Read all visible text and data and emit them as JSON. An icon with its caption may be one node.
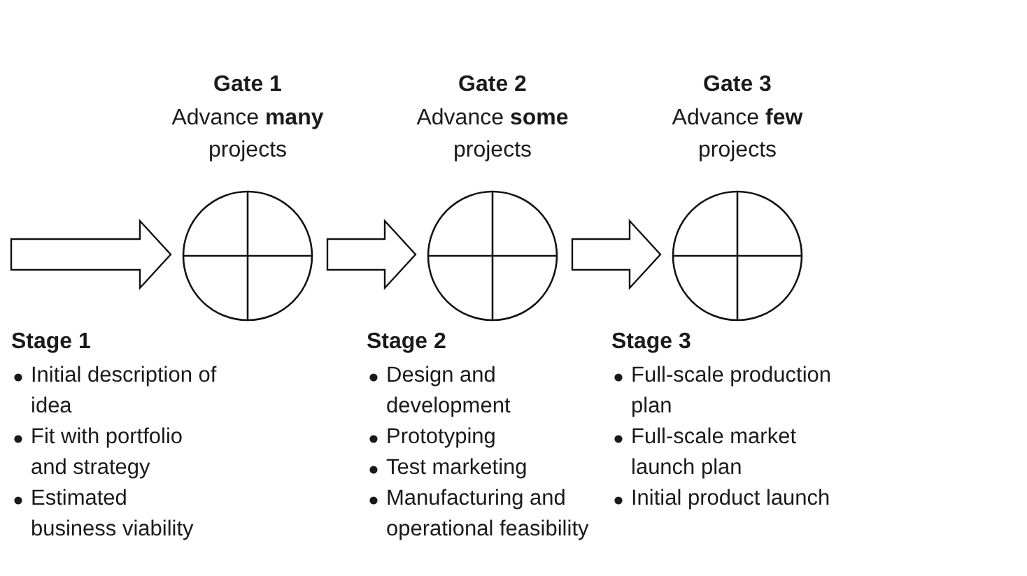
{
  "diagram": {
    "nodes": [
      {
        "text": [
          "Gate 1",
          "Advance **many** projects"
        ]
      },
      {
        "text": [
          "Gate 2",
          "Advance **some** projects"
        ]
      },
      {
        "text": [
          "Gate 3",
          "Advance **few** projects"
        ]
      }
    ],
    "edges": [
      {
        "from": null,
        "to": 0,
        "arrow": "to"
      },
      {
        "from": 0,
        "to": 1,
        "arrow": "to"
      },
      {
        "from": 1,
        "to": 2,
        "arrow": "to"
      }
    ],
    "labels": [
      "Stage 1",
      "Initial description of idea",
      "Fit with portfolio and strategy",
      "Estimated business viability",
      "Stage 2",
      "Design and development",
      "Prototyping",
      "Test marketing",
      "Manufacturing and operational feasibility",
      "Stage 3",
      "Full-scale production plan",
      "Full-scale market launch plan",
      "Initial product launch"
    ]
  }
}
